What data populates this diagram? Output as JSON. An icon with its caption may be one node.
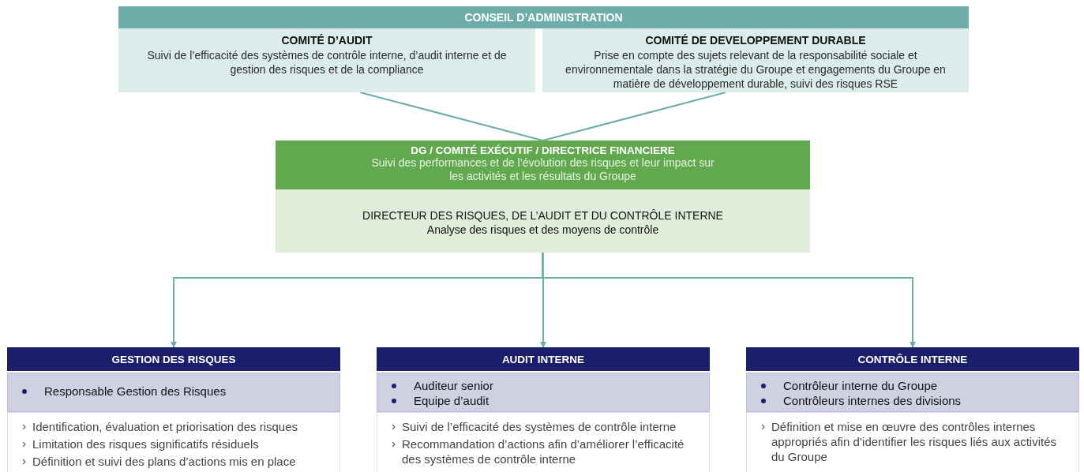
{
  "diagram": {
    "nodes": [
      {
        "text": [
          "CONSEIL D’ADMINISTRATION"
        ]
      },
      {
        "text": [
          "COMITÉ D’AUDIT",
          "Suivi de l’efficacité des systèmes de contrôle interne, d’audit interne et de gestion des risques et de la compliance"
        ]
      },
      {
        "text": [
          "COMITÉ DE DEVELOPPEMENT DURABLE",
          "Prise en compte des sujets relevant de la responsabilité sociale et environnementale dans la stratégie du Groupe et engagements du Groupe en matière de développement durable, suivi des risques RSE"
        ]
      },
      {
        "text": [
          "DG / COMITÉ EXÉCUTIF / DIRECTRICE FINANCIERE",
          "Suivi des performances et de l’évolution des risques et leur impact sur les activités et les résultats du Groupe"
        ]
      },
      {
        "text": [
          "DIRECTEUR DES RISQUES, DE L’AUDIT ET DU CONTRÔLE INTERNE",
          "Analyse des risques et des moyens de contrôle"
        ]
      },
      {
        "text": [
          "GESTION DES RISQUES"
        ]
      },
      {
        "text": [
          "Responsable Gestion des Risques"
        ]
      },
      {
        "text": [
          "Identification, évaluation et priorisation des risques",
          "Limitation des risques significatifs résiduels",
          "Définition et suivi des plans d’actions mis en place"
        ]
      },
      {
        "text": [
          "AUDIT INTERNE"
        ]
      },
      {
        "text": [
          "Auditeur senior",
          "Equipe d’audit"
        ]
      },
      {
        "text": [
          "Suivi de l’efficacité des systèmes de contrôle interne",
          "Recommandation d’actions afin d’améliorer l’efficacité des systèmes de contrôle interne"
        ]
      },
      {
        "text": [
          "CONTRÔLE INTERNE"
        ]
      },
      {
        "text": [
          "Contrôleur interne du Groupe",
          "Contrôleurs internes des divisions"
        ]
      },
      {
        "text": [
          "Définition et mise en œuvre des contrôles internes appropriés afin d’identifier les risques liés aux activités du Groupe"
        ]
      }
    ],
    "edges": [
      {
        "from": 1,
        "to": 3,
        "arrow": "none"
      },
      {
        "from": 2,
        "to": 3,
        "arrow": "none"
      },
      {
        "from": 4,
        "to": 5,
        "arrow": "to"
      },
      {
        "from": 4,
        "to": 8,
        "arrow": "to"
      },
      {
        "from": 4,
        "to": 11,
        "arrow": "to"
      }
    ]
  }
}
